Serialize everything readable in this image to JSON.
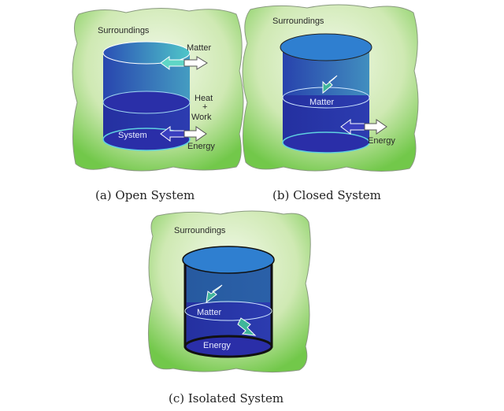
{
  "panels": {
    "open": {
      "surroundings": "Surroundings",
      "matter": "Matter",
      "heat": "Heat",
      "plus": "+",
      "work": "Work",
      "system": "System",
      "energy": "Energy",
      "caption": "(a) Open System"
    },
    "closed": {
      "surroundings": "Surroundings",
      "matter": "Matter",
      "energy": "Energy",
      "caption": "(b) Closed System"
    },
    "isolated": {
      "surroundings": "Surroundings",
      "matter": "Matter",
      "energy": "Energy",
      "caption": "(c) Isolated System"
    }
  },
  "colors": {
    "surroundings_light": "#eaf6dc",
    "surroundings_dark": "#7fcf55",
    "system_blue": "#2a2ea8",
    "lid_blue": "#2f7fd0",
    "arrow_teal": "#3fb59a"
  }
}
